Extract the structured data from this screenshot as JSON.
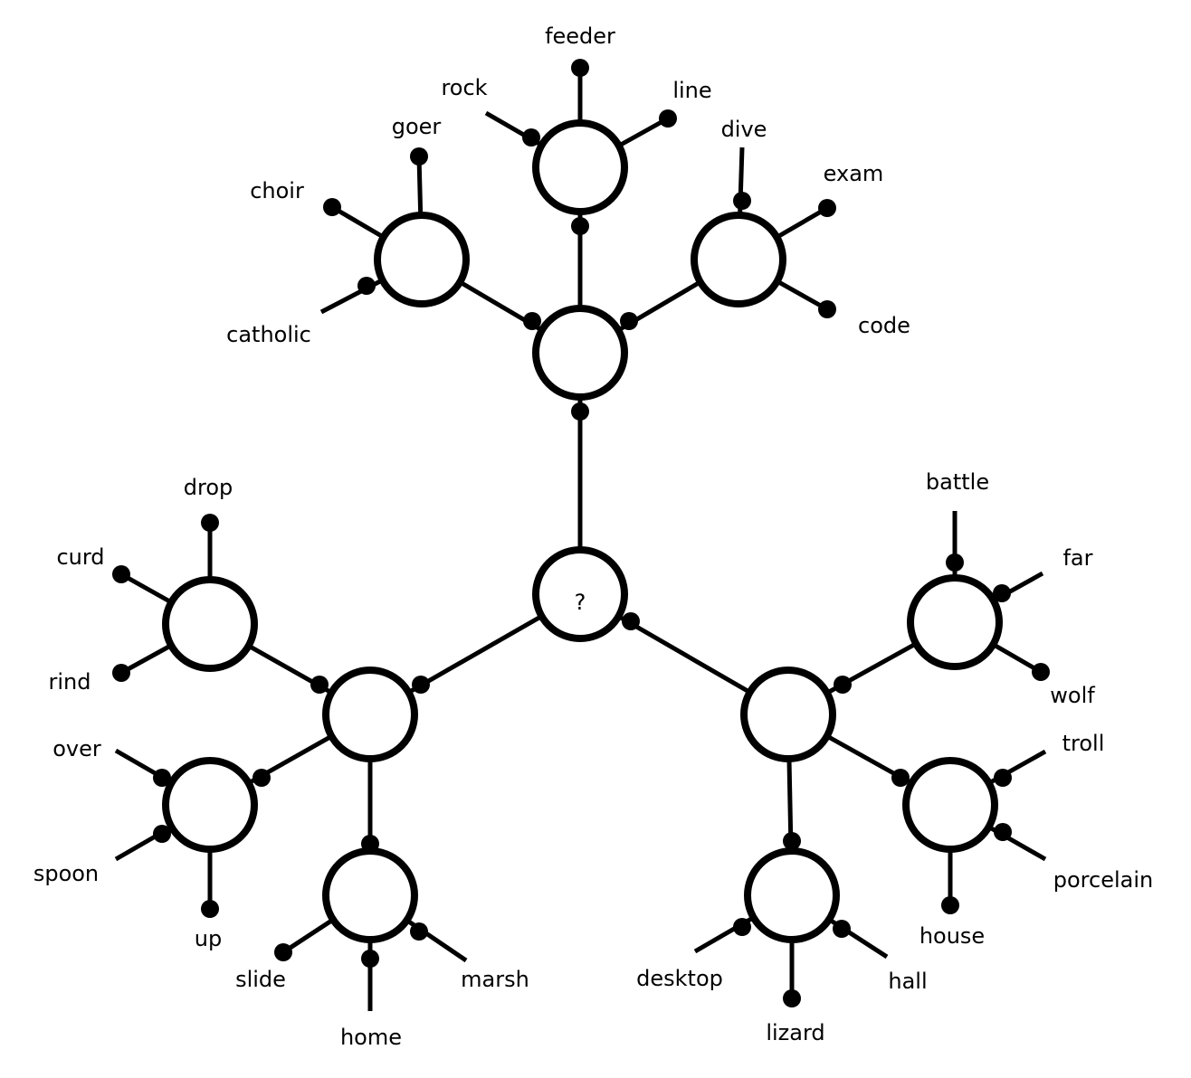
{
  "center": {
    "label": "?"
  },
  "colors": {
    "stroke": "#000000",
    "fill": "#ffffff"
  },
  "hubs": [
    {
      "name": "top",
      "clusters": [
        {
          "name": "top-left",
          "leaves": [
            {
              "word": "goer",
              "dot": "end"
            },
            {
              "word": "choir",
              "dot": "end"
            },
            {
              "word": "catholic",
              "dot": "node"
            }
          ]
        },
        {
          "name": "top-middle",
          "leaves": [
            {
              "word": "feeder",
              "dot": "end"
            },
            {
              "word": "rock",
              "dot": "node"
            },
            {
              "word": "line",
              "dot": "end"
            }
          ]
        },
        {
          "name": "top-right",
          "leaves": [
            {
              "word": "dive",
              "dot": "node"
            },
            {
              "word": "exam",
              "dot": "end"
            },
            {
              "word": "code",
              "dot": "end"
            }
          ]
        }
      ]
    },
    {
      "name": "left",
      "clusters": [
        {
          "name": "left-upper",
          "leaves": [
            {
              "word": "drop",
              "dot": "end"
            },
            {
              "word": "curd",
              "dot": "end"
            },
            {
              "word": "rind",
              "dot": "end"
            }
          ]
        },
        {
          "name": "left-lower",
          "leaves": [
            {
              "word": "over",
              "dot": "node"
            },
            {
              "word": "spoon",
              "dot": "node"
            },
            {
              "word": "up",
              "dot": "end"
            }
          ]
        },
        {
          "name": "left-bottom",
          "leaves": [
            {
              "word": "slide",
              "dot": "end"
            },
            {
              "word": "home",
              "dot": "node"
            },
            {
              "word": "marsh",
              "dot": "node"
            }
          ]
        }
      ]
    },
    {
      "name": "right",
      "clusters": [
        {
          "name": "right-upper",
          "leaves": [
            {
              "word": "battle",
              "dot": "node"
            },
            {
              "word": "far",
              "dot": "node"
            },
            {
              "word": "wolf",
              "dot": "end"
            }
          ]
        },
        {
          "name": "right-lower",
          "leaves": [
            {
              "word": "troll",
              "dot": "node"
            },
            {
              "word": "porcelain",
              "dot": "node"
            },
            {
              "word": "house",
              "dot": "end"
            }
          ]
        },
        {
          "name": "right-bottom",
          "leaves": [
            {
              "word": "desktop",
              "dot": "node"
            },
            {
              "word": "lizard",
              "dot": "end"
            },
            {
              "word": "hall",
              "dot": "node"
            }
          ]
        }
      ]
    }
  ]
}
